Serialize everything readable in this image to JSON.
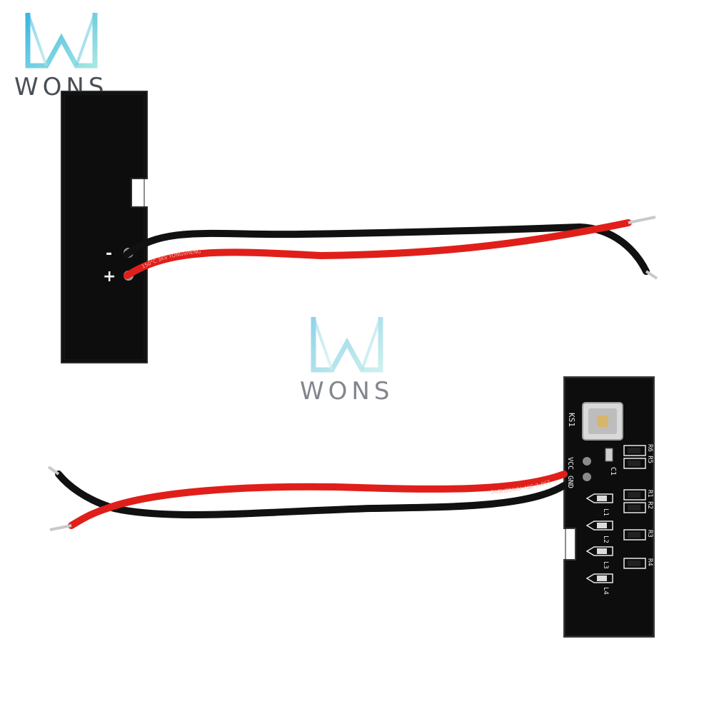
{
  "logo": {
    "brand_text": "WONS",
    "gradient_start": "#38b6e0",
    "gradient_end": "#9ee3e2"
  },
  "board_top": {
    "minus_label": "-",
    "plus_label": "+",
    "wire_print": "150°C 3KV YONGSHENG"
  },
  "board_bottom": {
    "button_label": "KS1",
    "vcc_label": "VCC",
    "gnd_label": "GND",
    "c1_label": "C1",
    "r_labels": [
      "R6 R5",
      "R1 R2",
      "R3",
      "R4"
    ],
    "l_labels": [
      "L1",
      "L2",
      "L3",
      "L4"
    ],
    "wire_print": "150°C 3KV YONGSHENG"
  },
  "colors": {
    "pcb": "#0d0d0d",
    "pcb_edge": "#3a3a3a",
    "wire_red": "#e01f1a",
    "wire_black": "#111111",
    "copper": "#c9c9c9",
    "button_cap": "#d7b56a"
  }
}
